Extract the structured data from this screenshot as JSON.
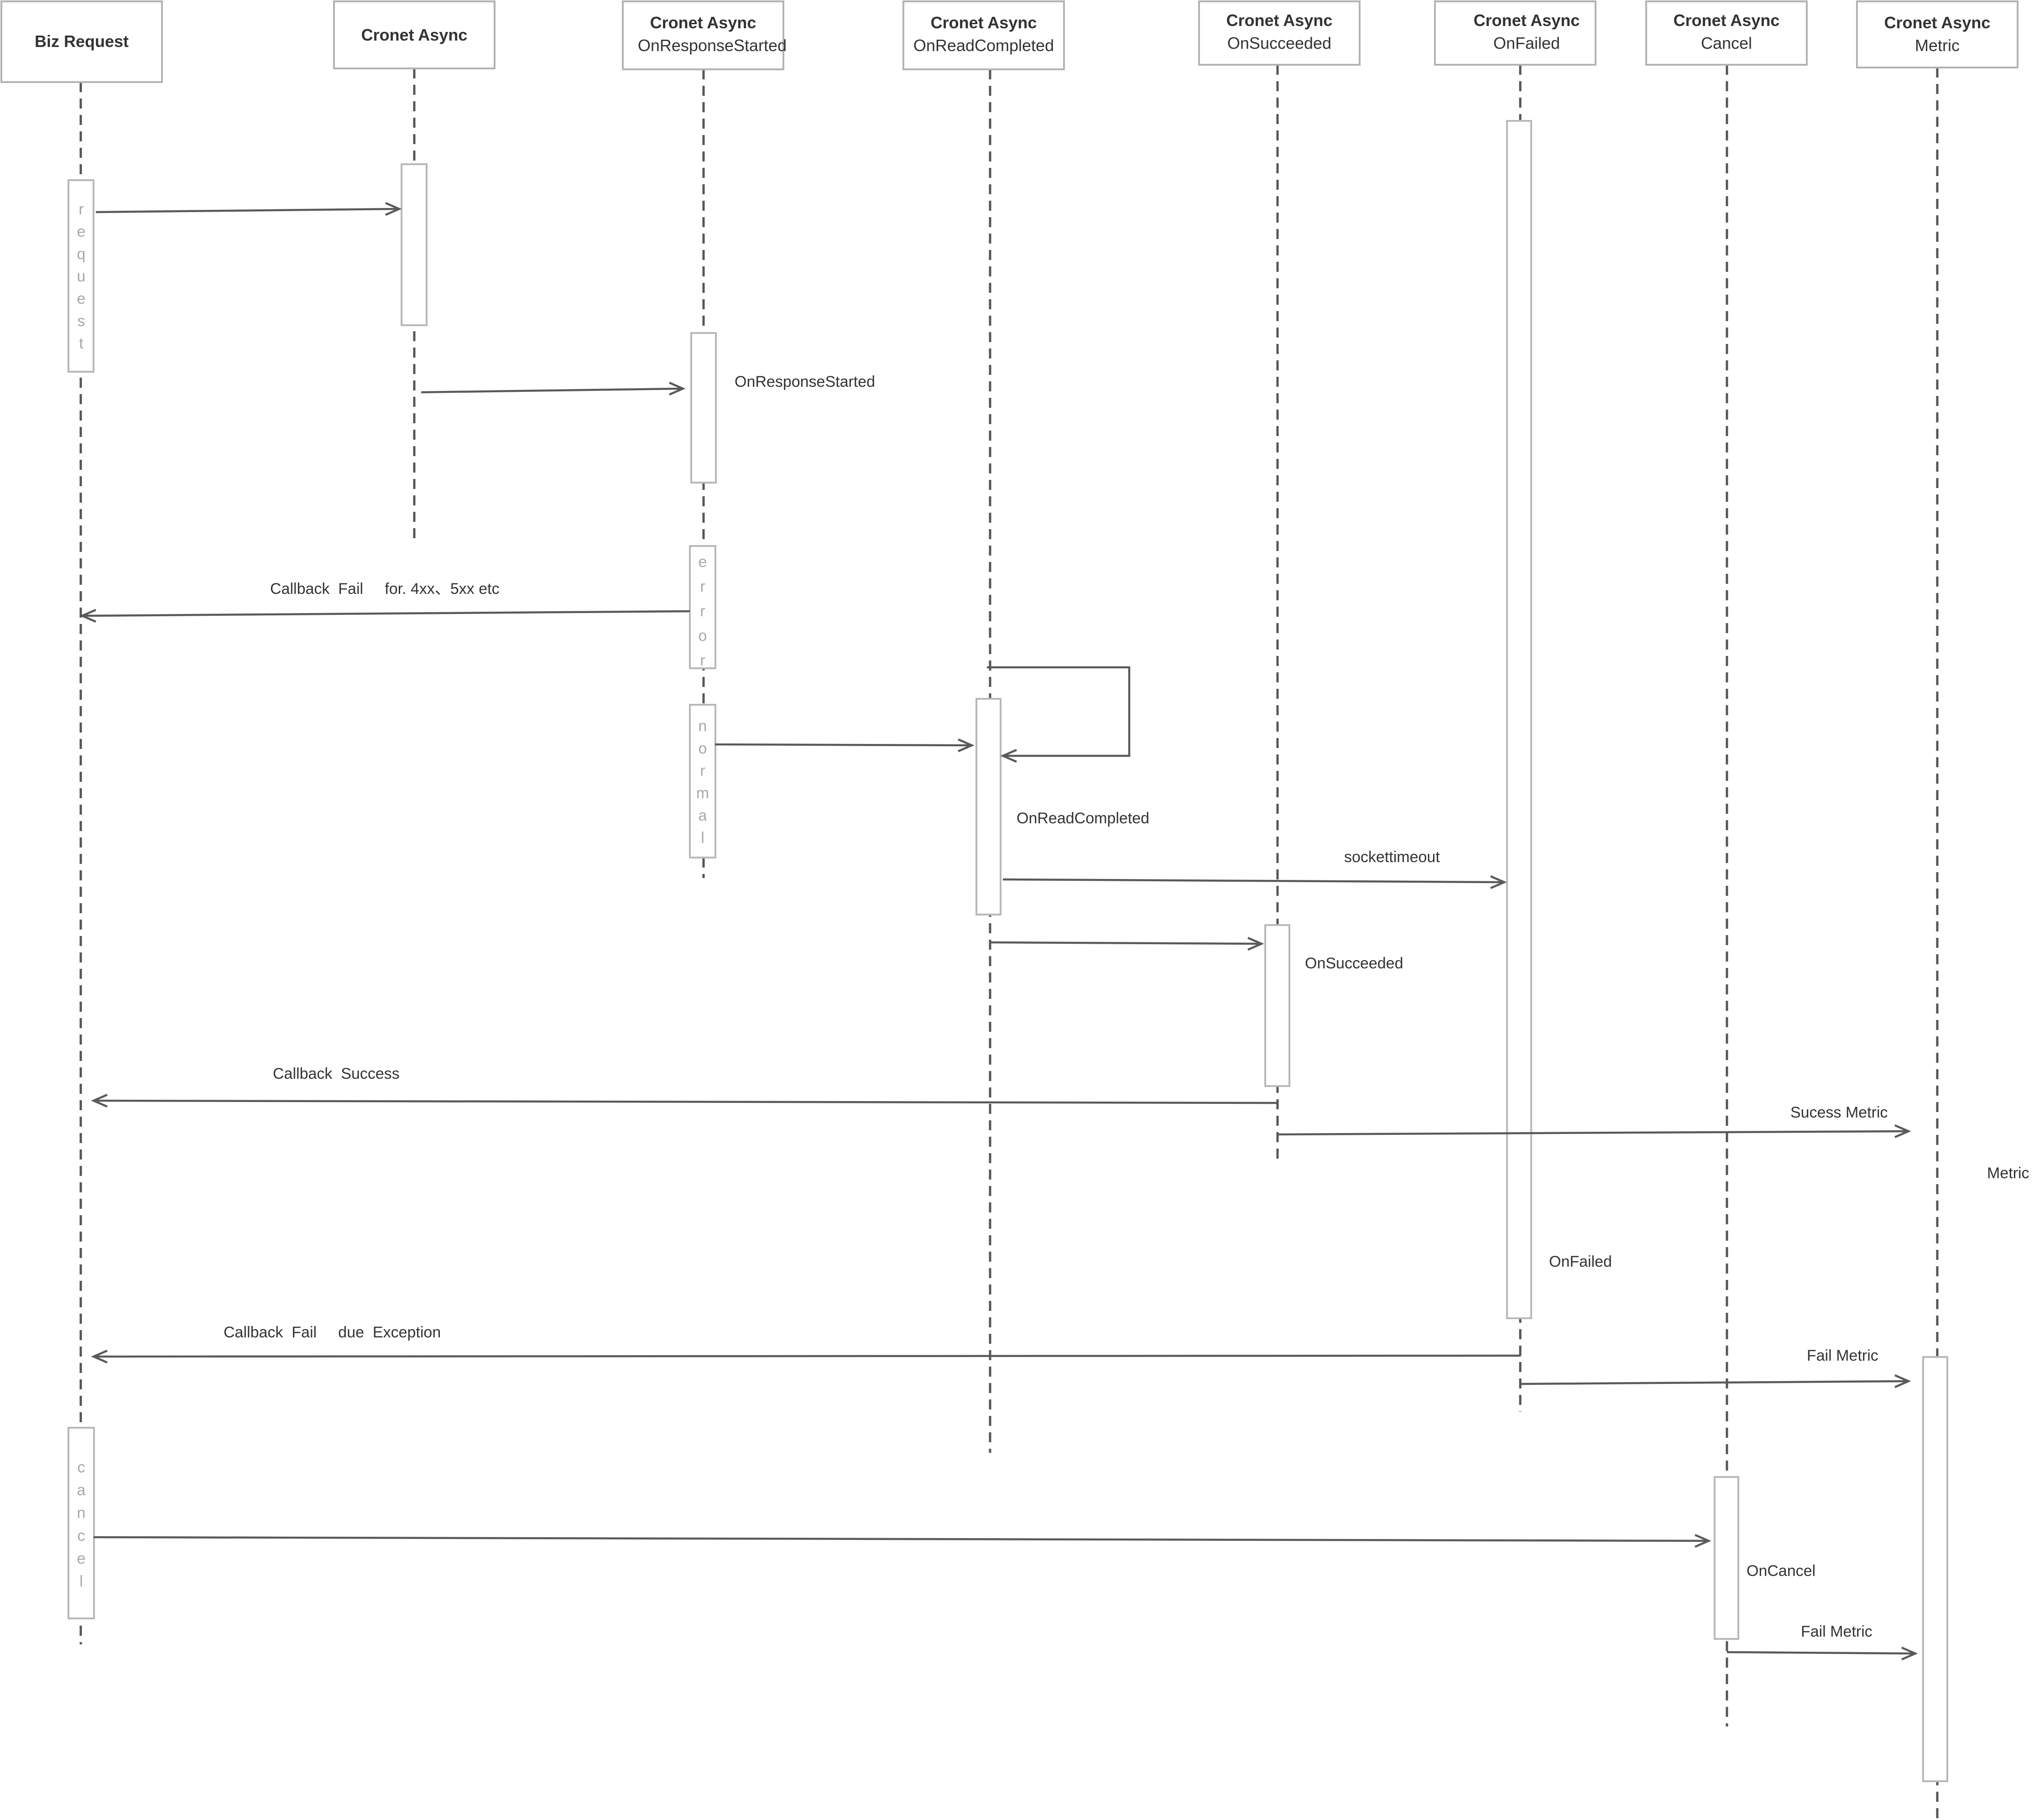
{
  "lifelines": [
    {
      "id": "biz",
      "title": "Biz Request",
      "subtitle": ""
    },
    {
      "id": "cronet",
      "title": "Cronet Async",
      "subtitle": ""
    },
    {
      "id": "started",
      "title": "Cronet Async",
      "subtitle": "OnResponseStarted"
    },
    {
      "id": "read",
      "title": "Cronet Async",
      "subtitle": "OnReadCompleted"
    },
    {
      "id": "succeeded",
      "title": "Cronet Async",
      "subtitle": "OnSucceeded"
    },
    {
      "id": "failed",
      "title": "Cronet Async",
      "subtitle": "OnFailed"
    },
    {
      "id": "cancel",
      "title": "Cronet Async",
      "subtitle": "Cancel"
    },
    {
      "id": "metric",
      "title": "Cronet Async",
      "subtitle": "Metric"
    }
  ],
  "activation_labels": {
    "request": "request",
    "error": "error",
    "normal": "normal",
    "cancel": "cancel"
  },
  "messages": {
    "callback_fail_4xx": "Callback  Fail     for. 4xx、5xx etc",
    "sockettimeout": "sockettimeout",
    "callback_success": "Callback  Success",
    "sucess_metric": "Sucess Metric",
    "callback_fail_exception": "Callback  Fail     due  Exception",
    "fail_metric_1": "Fail Metric",
    "fail_metric_2": "Fail Metric"
  },
  "notes": {
    "on_response_started": "OnResponseStarted",
    "on_read_completed": "OnReadCompleted",
    "on_succeeded": "OnSucceeded",
    "metric": "Metric",
    "on_failed": "OnFailed",
    "on_cancel": "OnCancel"
  }
}
